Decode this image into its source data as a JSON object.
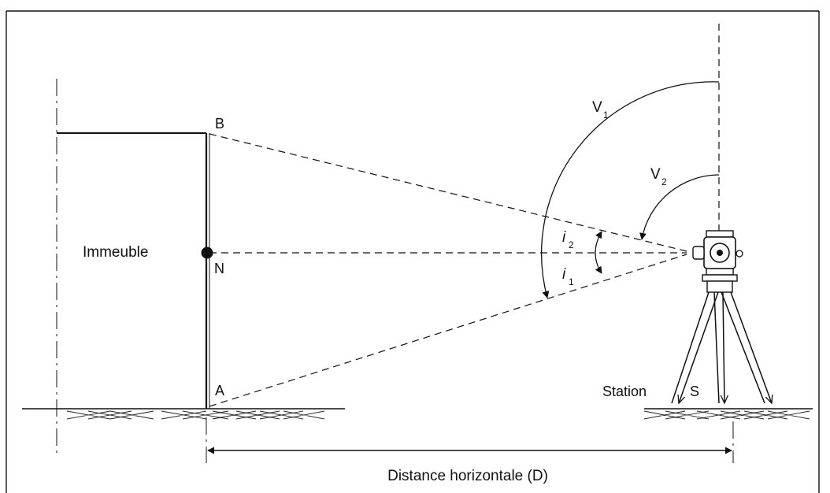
{
  "labels": {
    "building": "Immeuble",
    "point_b": "B",
    "point_n": "N",
    "point_a": "A",
    "angle_v1": "V",
    "angle_v1_sub": "1",
    "angle_v2": "V",
    "angle_v2_sub": "2",
    "angle_i2": "i",
    "angle_i2_sub": "2",
    "angle_i1": "i",
    "angle_i1_sub": "1",
    "station": "Station",
    "station_s": "S",
    "distance": "Distance horizontale (D)"
  }
}
